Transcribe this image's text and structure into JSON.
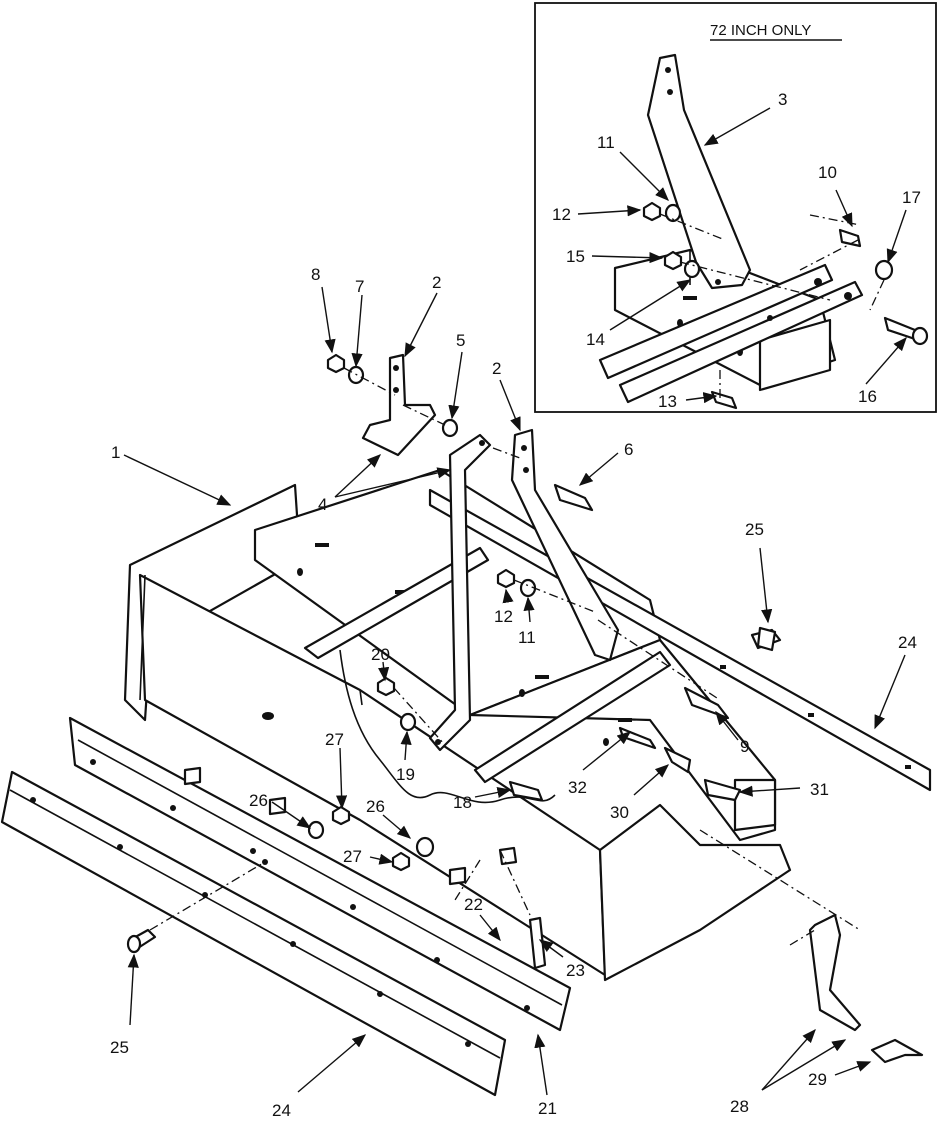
{
  "inset": {
    "title": "72 INCH ONLY",
    "callouts": [
      "3",
      "11",
      "10",
      "17",
      "12",
      "15",
      "14",
      "16",
      "13"
    ]
  },
  "main": {
    "callouts": [
      "8",
      "7",
      "2",
      "5",
      "2",
      "1",
      "4",
      "6",
      "25",
      "12",
      "11",
      "24",
      "20",
      "27",
      "19",
      "9",
      "26",
      "26",
      "18",
      "32",
      "30",
      "31",
      "27",
      "22",
      "23",
      "25",
      "24",
      "21",
      "28",
      "29"
    ]
  }
}
